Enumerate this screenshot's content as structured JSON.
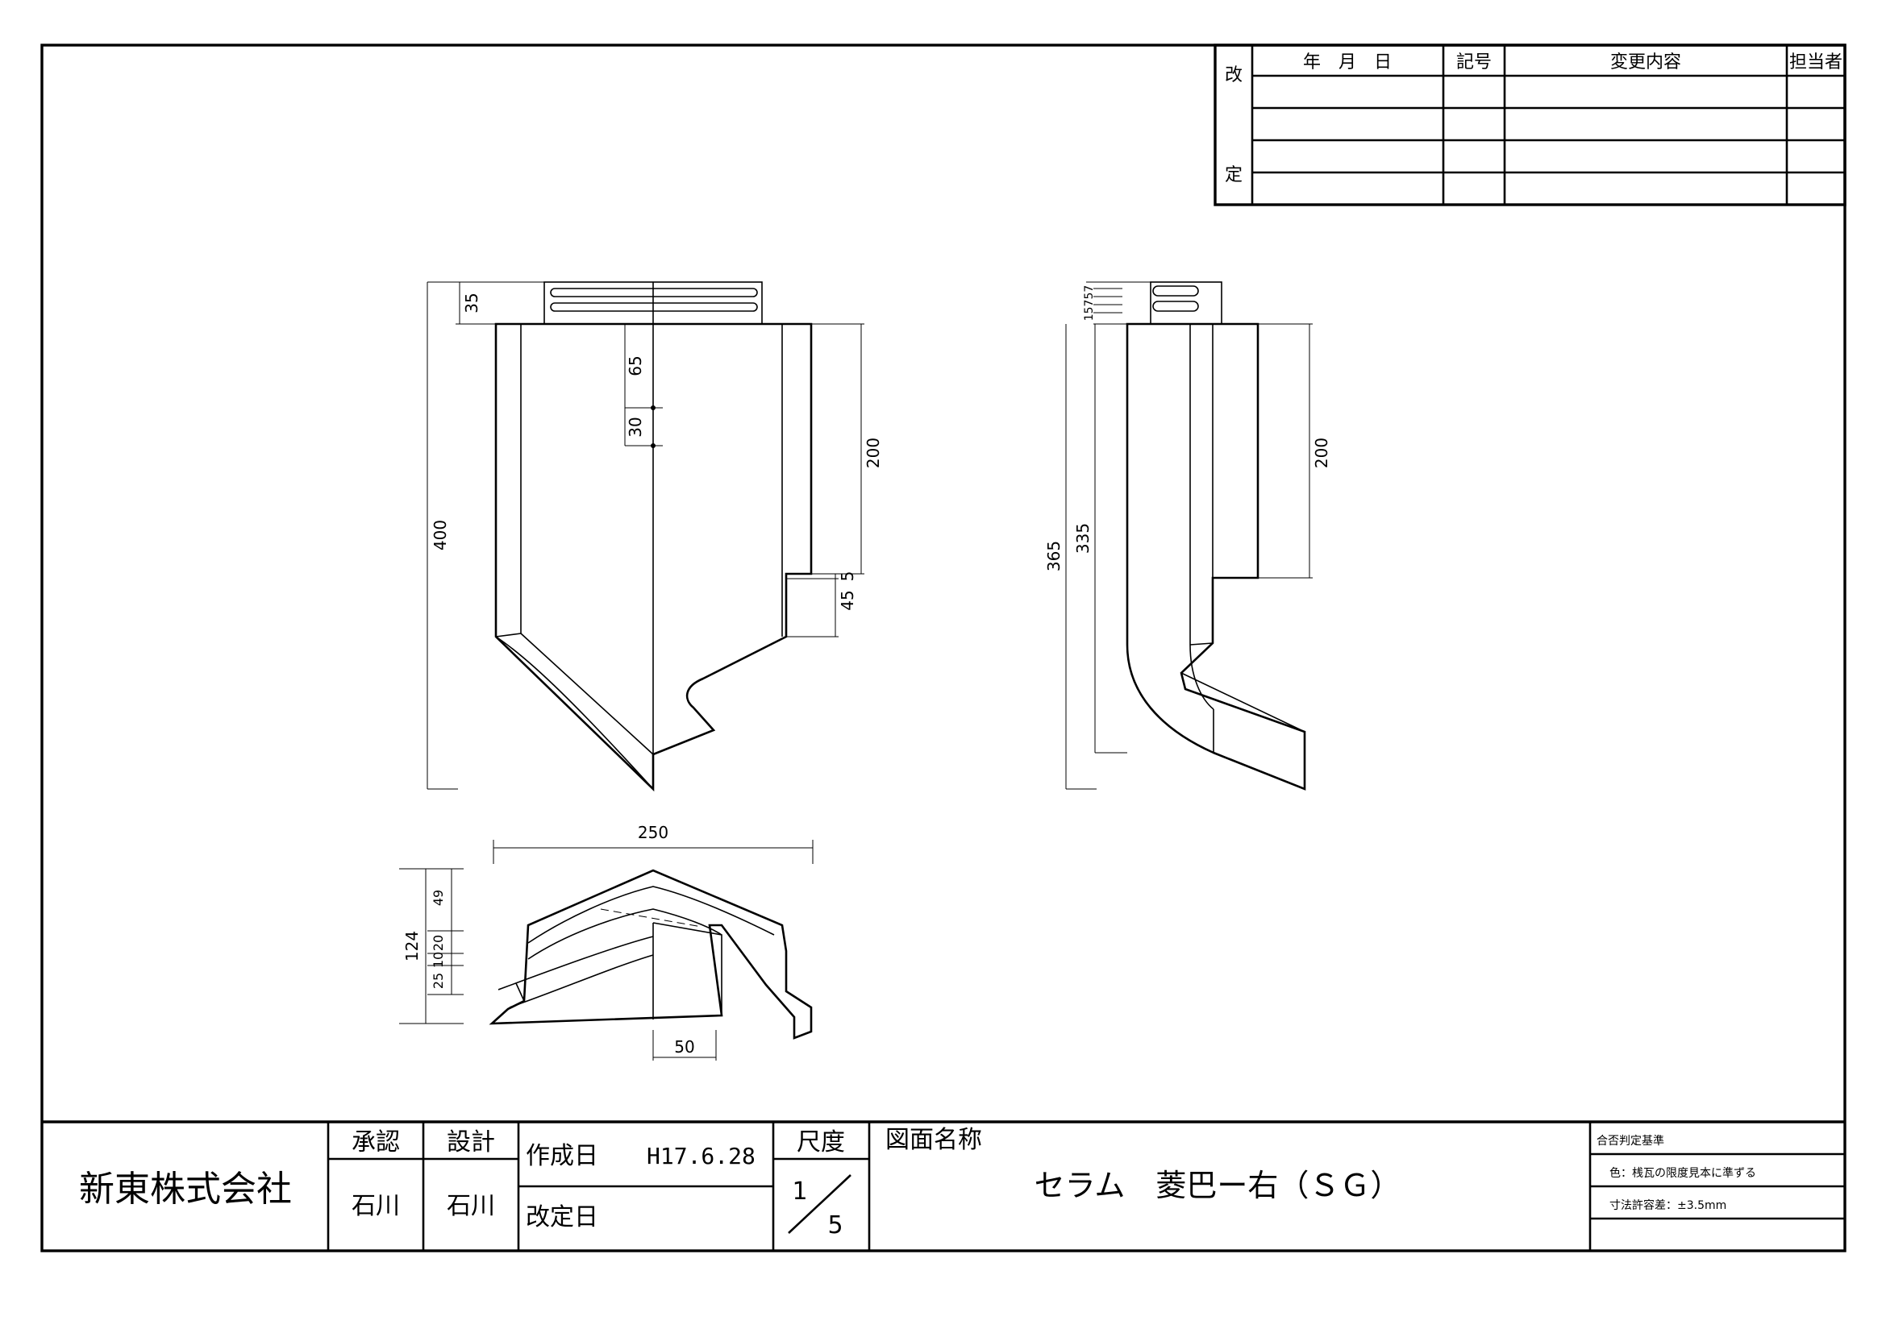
{
  "revision_table": {
    "side_label_1": "改",
    "side_label_2": "定",
    "headers": [
      "年　月　日",
      "記号",
      "変更内容",
      "担当者"
    ]
  },
  "front_view": {
    "dims": {
      "top": "35",
      "total": "400",
      "upper": "65",
      "mid": "30",
      "right": "200",
      "right_small": "5",
      "right_low": "45"
    }
  },
  "side_view": {
    "dims": {
      "top_small": "15757",
      "outer": "365",
      "inner": "335",
      "right": "200"
    }
  },
  "bottom_view": {
    "dims": {
      "width": "250",
      "height": "124",
      "d1": "49",
      "d2": "20",
      "d3": "10",
      "d4": "25",
      "base": "50"
    }
  },
  "title_block": {
    "company": "新東株式会社",
    "approve_label": "承認",
    "design_label": "設計",
    "approver": "石川",
    "designer": "石川",
    "created_label": "作成日",
    "created_date": "H17.6.28",
    "revised_label": "改定日",
    "scale_label": "尺度",
    "scale_num": "1",
    "scale_den": "5",
    "drawing_name_label": "図面名称",
    "drawing_name": "セラム　菱巴ー右（ＳＧ）",
    "criteria_title": "合否判定基準",
    "criteria_color": "色：桟瓦の限度見本に準ずる",
    "criteria_tolerance": "寸法許容差：±3.5mm"
  }
}
